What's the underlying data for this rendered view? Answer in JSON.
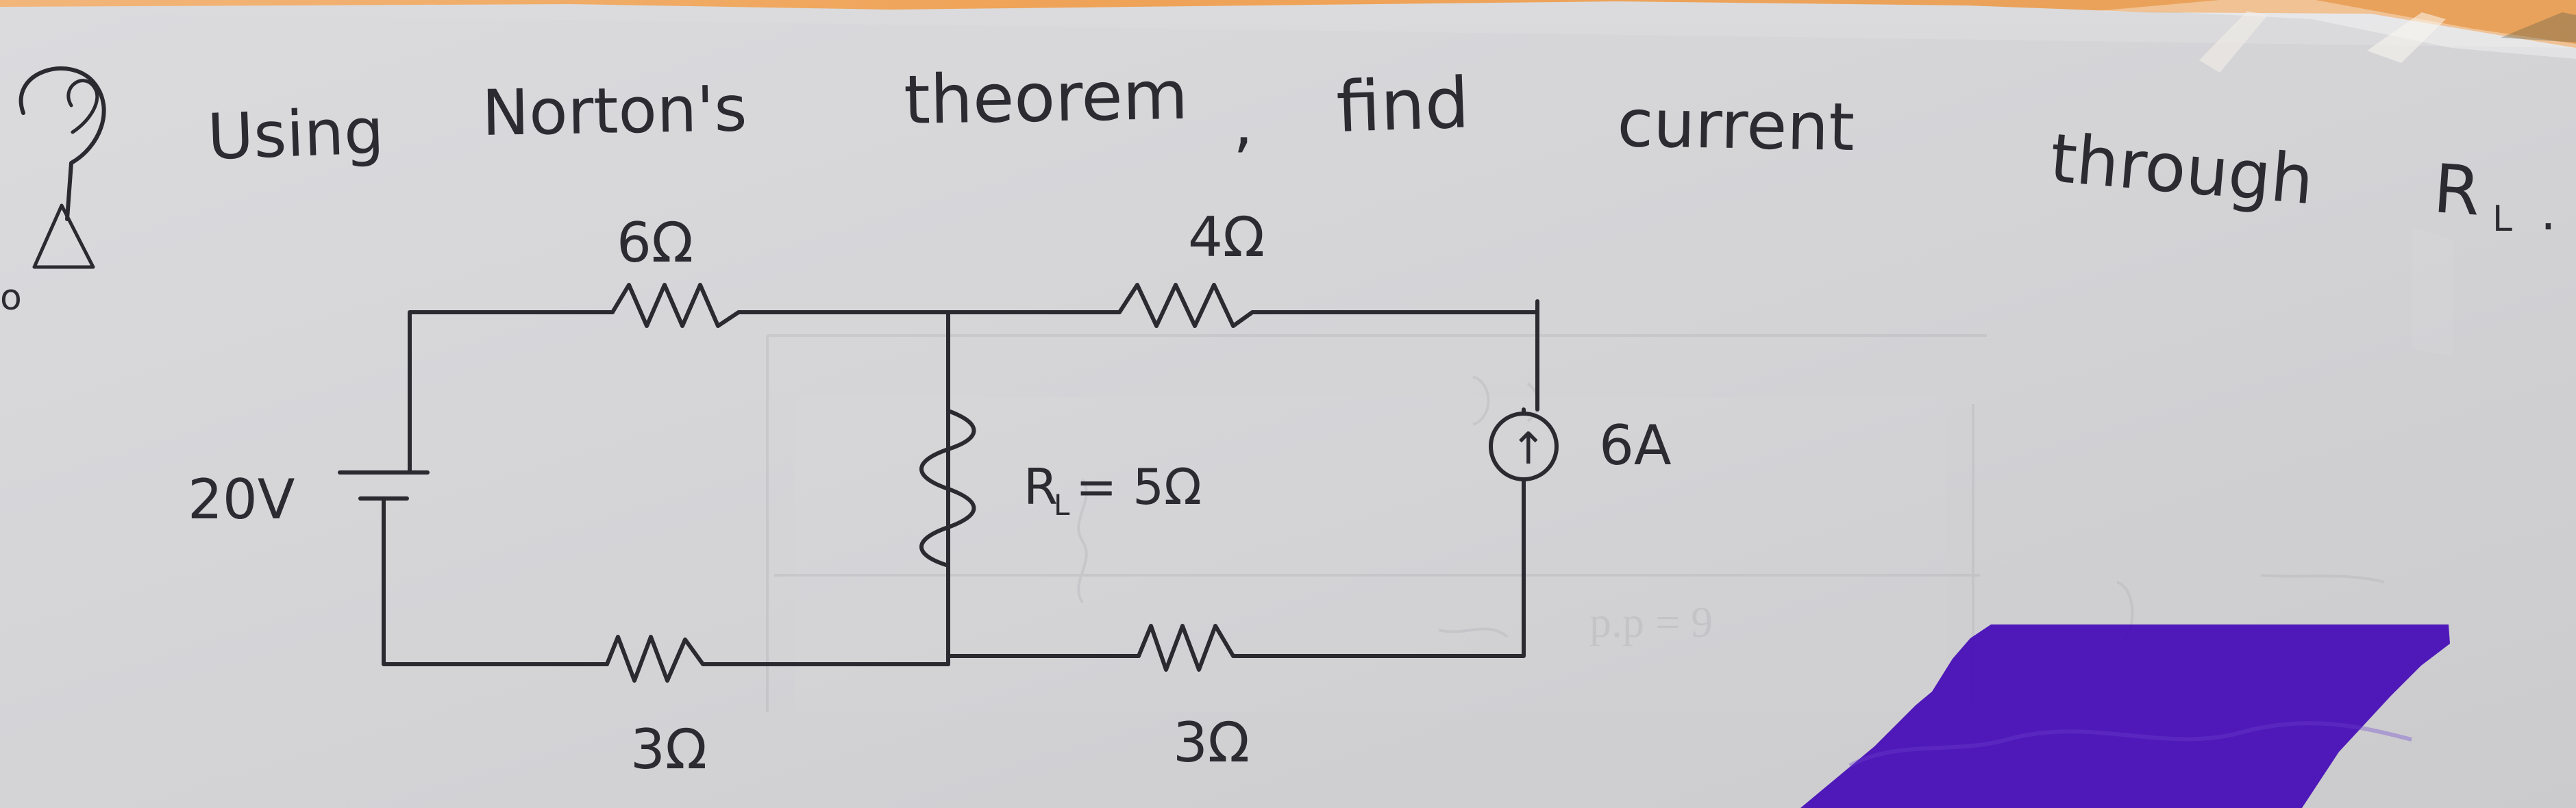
{
  "question": {
    "marker": "?",
    "text_parts": [
      "Using",
      "Norton's",
      "theorem",
      ",",
      "find",
      "current",
      "through",
      "R",
      "L",
      "."
    ]
  },
  "circuit": {
    "source_voltage": "20V",
    "resistor_top_left": "6Ω",
    "resistor_top_right": "4Ω",
    "load_resistor_prefix": "R",
    "load_resistor_subscript": "L",
    "load_resistor_suffix": " = 5Ω",
    "resistor_bottom_left": "3Ω",
    "resistor_bottom_right": "3Ω",
    "current_source_label": "6A",
    "current_source_arrow": "↑"
  },
  "margin_mark": "o",
  "colors": {
    "paper": "#d7d7da",
    "ink": "#2b2b31",
    "orange": "#f0a04a",
    "purple": "#4a13b8"
  }
}
